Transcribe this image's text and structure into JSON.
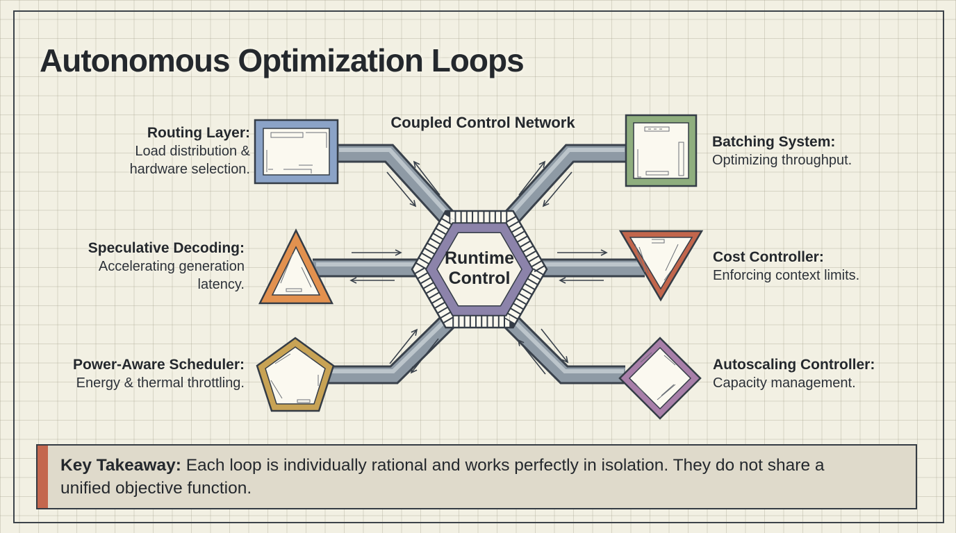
{
  "page": {
    "title": "Autonomous Optimization Loops",
    "network_label": "Coupled Control Network"
  },
  "center_node": {
    "line1": "Runtime",
    "line2": "Control"
  },
  "nodes": {
    "routing": {
      "title": "Routing Layer:",
      "line1": "Load distribution &",
      "line2": "hardware selection.",
      "shape": "square",
      "color": "#8ba3c7"
    },
    "batching": {
      "title": "Batching System:",
      "line1": "Optimizing throughput.",
      "shape": "square",
      "color": "#8fae7e"
    },
    "speculative": {
      "title": "Speculative Decoding:",
      "line1": "Accelerating generation",
      "line2": "latency.",
      "shape": "triangle-up",
      "color": "#e2914f"
    },
    "cost": {
      "title": "Cost Controller:",
      "line1": "Enforcing context limits.",
      "shape": "triangle-down",
      "color": "#c2664c"
    },
    "power": {
      "title": "Power-Aware Scheduler:",
      "line1": "Energy & thermal throttling.",
      "shape": "pentagon",
      "color": "#c8a355"
    },
    "autoscaling": {
      "title": "Autoscaling Controller:",
      "line1": "Capacity management.",
      "shape": "diamond",
      "color": "#a87fa9"
    }
  },
  "takeaway": {
    "label": "Key Takeaway:",
    "text": "Each loop is individually rational and works perfectly in isolation. They do not share a unified objective function."
  },
  "colors": {
    "background": "#f2f0e3",
    "grid_line": "#a8a490",
    "ink": "#24282d",
    "connector_fill": "#8e9aa5",
    "connector_highlight": "#bcc5cb",
    "connector_outline": "#39414b",
    "hex_band": "#8c83aa",
    "accent_bar": "#c4674e",
    "takeaway_bg": "#dfdacb"
  }
}
